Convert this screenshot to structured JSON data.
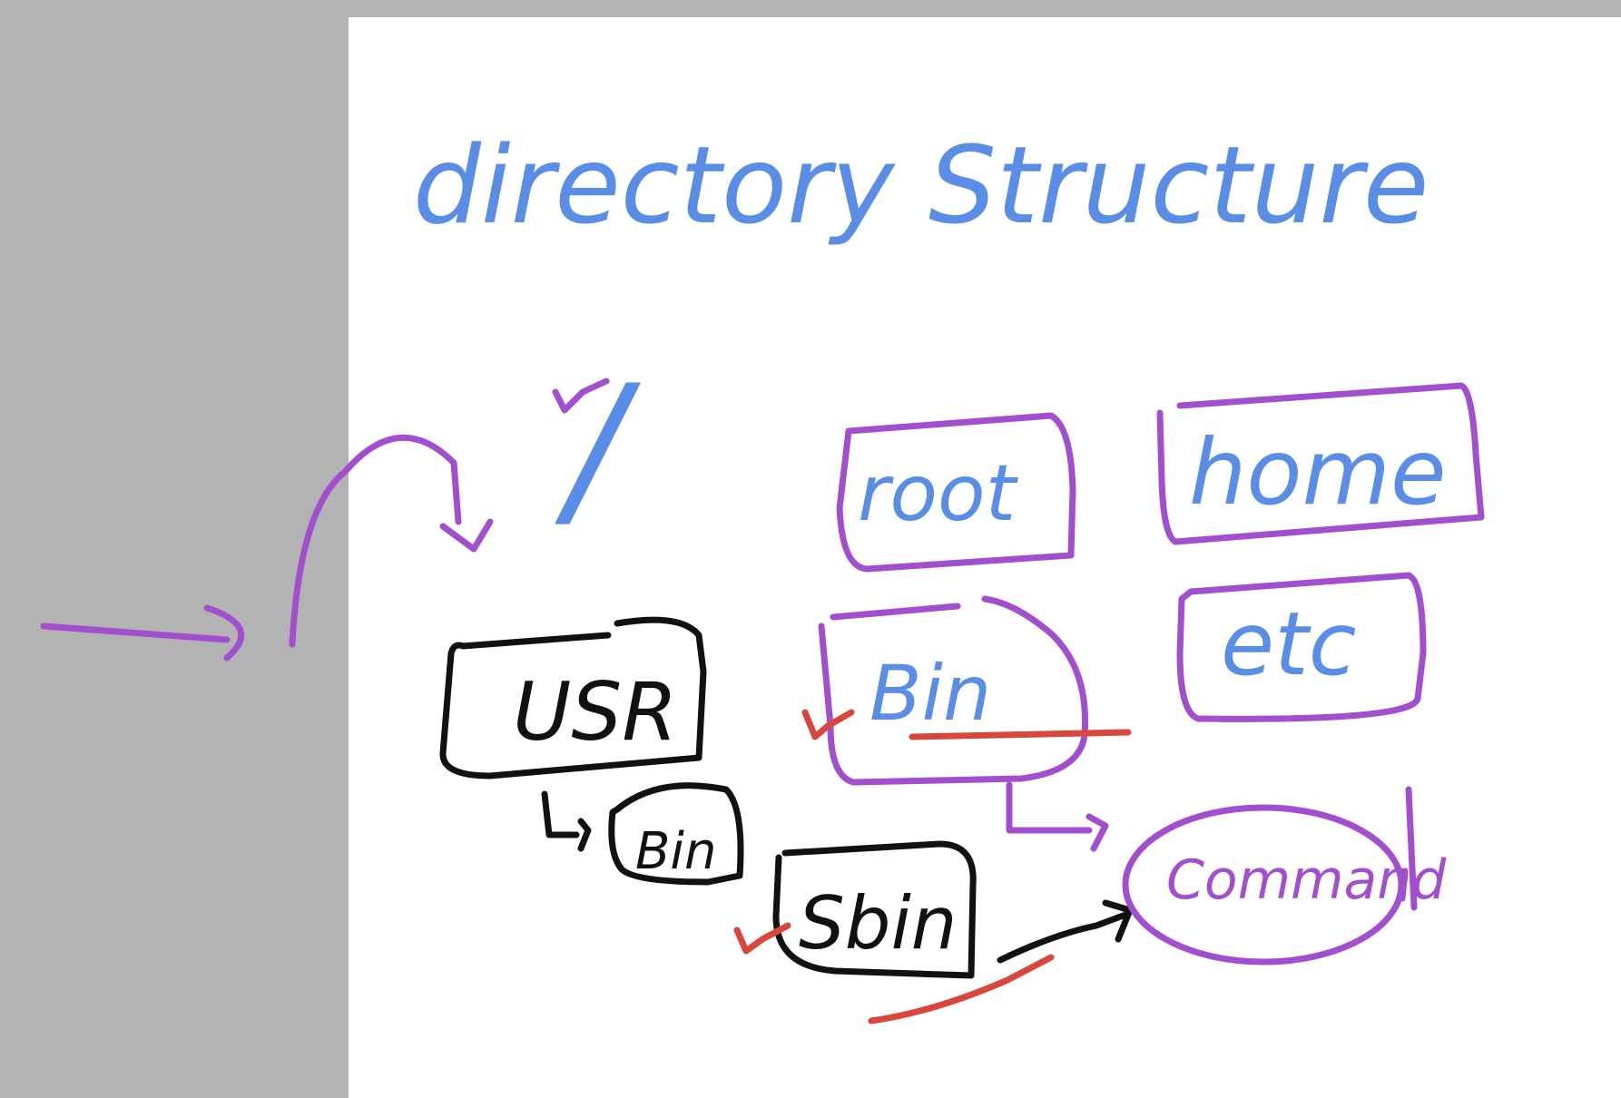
{
  "title": "directory Structure",
  "root_symbol": "/",
  "nodes": {
    "root": "root",
    "home": "home",
    "bin": "Bin",
    "etc": "etc",
    "usr": "USR",
    "usr_bin": "Bin",
    "sbin": "Sbin",
    "command": "Command"
  },
  "colors": {
    "title_ink": "#5a8ee6",
    "box_ink": "#a24fcf",
    "black_ink": "#111111",
    "red_ink": "#d9463b",
    "page": "#ffffff",
    "background": "#b3b3b3"
  }
}
